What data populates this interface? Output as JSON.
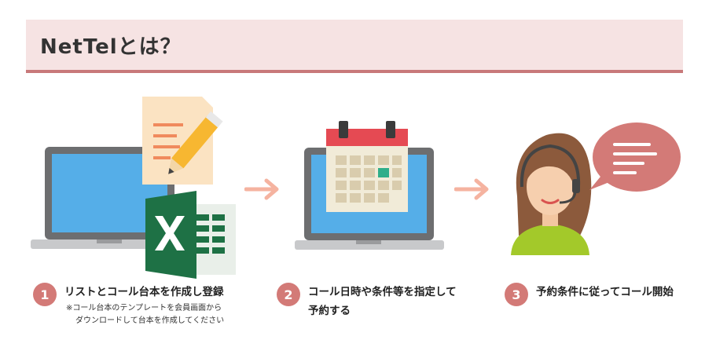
{
  "header": {
    "title": "NetTelとは？"
  },
  "steps": [
    {
      "number": "1",
      "text": "リストとコール台本を作成し登録",
      "note_line1": "※コール台本のテンプレートを会員画面から",
      "note_line2": "ダウンロードして台本を作成してください"
    },
    {
      "number": "2",
      "text_line1": "コール日時や条件等を指定して",
      "text_line2": "予約する"
    },
    {
      "number": "3",
      "text": "予約条件に従ってコール開始"
    }
  ],
  "colors": {
    "accent": "#d37a77",
    "header_bg": "#f6e3e3",
    "header_border": "#c8797a",
    "arrow": "#f5b3a0"
  },
  "icons": [
    "laptop-icon",
    "document-pencil-icon",
    "excel-icon",
    "calendar-icon",
    "operator-headset-icon",
    "speech-bubble-icon",
    "arrow-right-icon"
  ]
}
